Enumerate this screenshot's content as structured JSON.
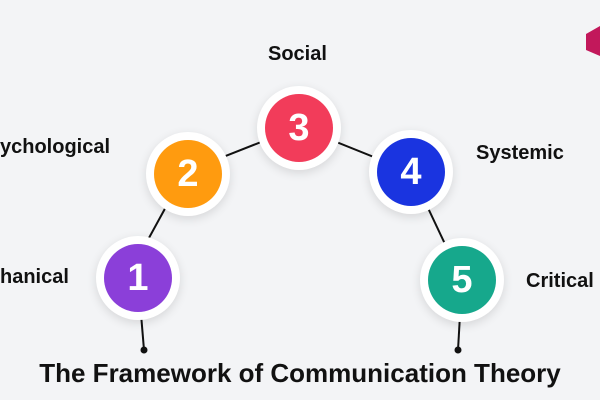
{
  "title": "The Framework of Communication Theory",
  "colors": {
    "step1": "#8b3fd9",
    "step2": "#ff9b0f",
    "step3": "#f23c5a",
    "step4": "#1a34e0",
    "step5": "#16a88c",
    "brand": "#c2185b"
  },
  "steps": [
    {
      "number": "1",
      "label": "hanical"
    },
    {
      "number": "2",
      "label": "ychological"
    },
    {
      "number": "3",
      "label": "Social"
    },
    {
      "number": "4",
      "label": "Systemic"
    },
    {
      "number": "5",
      "label": "Critical"
    }
  ],
  "icons": [
    "brand-logo-icon"
  ]
}
